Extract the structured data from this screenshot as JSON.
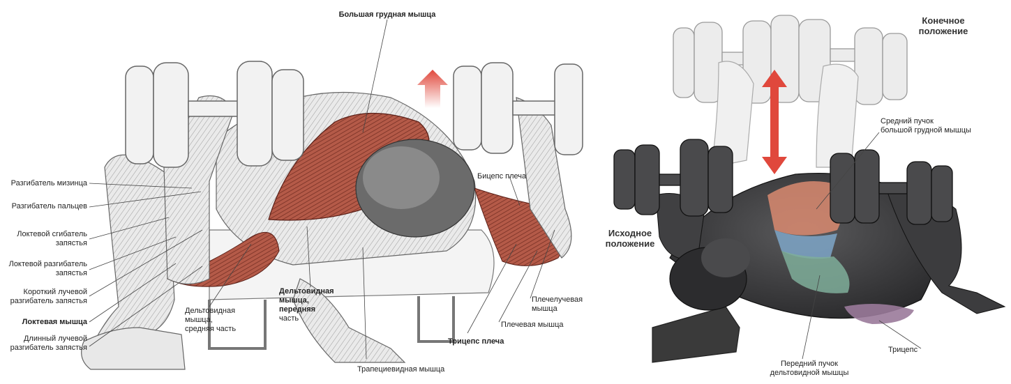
{
  "left_figure": {
    "labels": {
      "pectoralis_major": "Большая грудная мышца",
      "ext_digiti_minimi": "Разгибатель мизинца",
      "ext_digitorum": "Разгибатель пальцев",
      "flexor_carpi_ulnaris_1": "Локтевой сгибатель",
      "flexor_carpi_ulnaris_2": "запястья",
      "ext_carpi_ulnaris_1": "Локтевой разгибатель",
      "ext_carpi_ulnaris_2": "запястья",
      "ext_carpi_rad_brevis_1": "Короткий лучевой",
      "ext_carpi_rad_brevis_2": "разгибатель запястья",
      "anconeus": "Локтевая мышца",
      "ext_carpi_rad_longus_1": "Длинный лучевой",
      "ext_carpi_rad_longus_2": "разгибатель запястья",
      "deltoid_middle_1": "Дельтовидная",
      "deltoid_middle_2": "мышца,",
      "deltoid_middle_3": "средняя часть",
      "deltoid_front_1": "Дельтовидная",
      "deltoid_front_2": "мышца,",
      "deltoid_front_3": "передняя",
      "deltoid_front_4": "часть",
      "trapezius": "Трапециевидная мышца",
      "triceps": "Трицепс плеча",
      "brachialis": "Плечевая мышца",
      "brachioradialis_1": "Плечелучевая",
      "brachioradialis_2": "мышца",
      "biceps": "Бицепс плеча"
    }
  },
  "right_figure": {
    "labels": {
      "end_position_1": "Конечное",
      "end_position_2": "положение",
      "start_position_1": "Исходное",
      "start_position_2": "положение",
      "middle_pec_1": "Средний пучок",
      "middle_pec_2": "большой грудной мышцы",
      "triceps": "Трицепс",
      "front_deltoid_1": "Передний пучок",
      "front_deltoid_2": "дельтовидной мышцы"
    }
  },
  "colors": {
    "muscle_red": "#a8483a",
    "arrow_red": "#e0483c",
    "body_dark": "#3c3c3e",
    "sketch_gray": "#d8d8d8"
  }
}
